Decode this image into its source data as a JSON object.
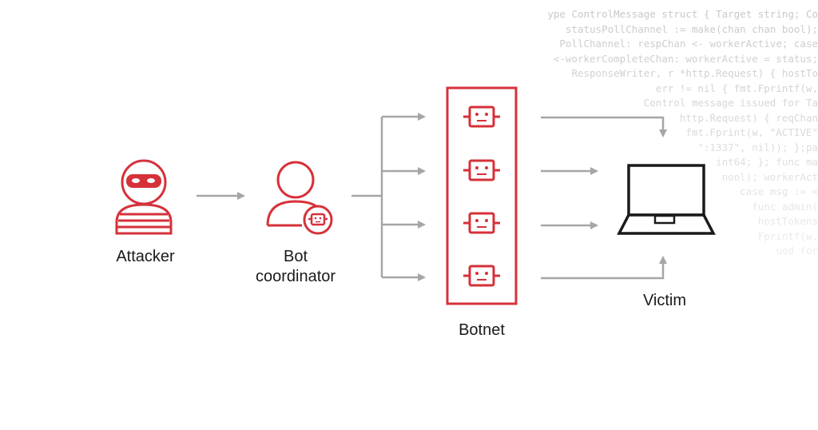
{
  "labels": {
    "attacker": "Attacker",
    "coordinator_line1": "Bot",
    "coordinator_line2": "coordinator",
    "botnet": "Botnet",
    "victim": "Victim"
  },
  "code_background": [
    "ype ControlMessage struct { Target string; Co",
    "statusPollChannel := make(chan chan bool);",
    "PollChannel: respChan <- workerActive; case",
    "<-workerCompleteChan: workerActive = status;",
    "ResponseWriter, r *http.Request) { hostTo",
    "err != nil { fmt.Fprintf(w,",
    "Control message issued for Ta",
    "http.Request) { reqChan",
    "fmt.Fprint(w, \"ACTIVE\"",
    "\":1337\", nil)); };pa",
    "int64; }; func ma",
    "nool); workerAct",
    "case msg := <",
    "func admin(",
    "hostTokens",
    "Fprintf(w,",
    "ued for"
  ],
  "colors": {
    "accent": "#d6313a",
    "arrow": "#a6a6a6",
    "dark": "#1a1a1a",
    "code": "#bfbfbf"
  },
  "icons": {
    "attacker": "masked-hacker-icon",
    "coordinator": "user-with-bot-icon",
    "bot": "robot-head-icon",
    "victim": "laptop-icon"
  }
}
